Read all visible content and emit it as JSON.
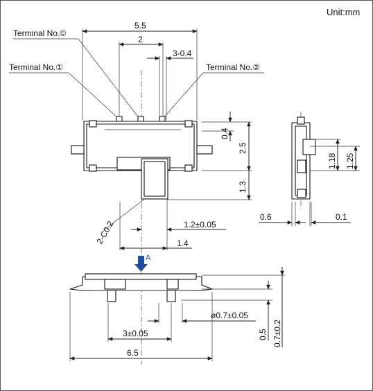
{
  "unit_label": "Unit:mm",
  "terminals": {
    "c": "Terminal No.©",
    "one": "Terminal No.①",
    "two": "Terminal No.②"
  },
  "dims": {
    "w55": "5.5",
    "w2": "2",
    "t34": "3-0.4",
    "h04": "0.4",
    "h25": "2.5",
    "h13": "1.3",
    "h118": "1.18",
    "h125": "1.25",
    "c02": "2-C0.2",
    "w12": "1.2±0.05",
    "w14": "1.4",
    "s06": "0.6",
    "s01": "0.1",
    "w3": "3±0.05",
    "w65": "6.5",
    "d07": "ø0.7±0.05",
    "v05": "0.5",
    "v07": "0.7±0.2"
  },
  "view_arrow": "A",
  "colors": {
    "arrow": "#1f4f9c",
    "line": "#222222"
  }
}
